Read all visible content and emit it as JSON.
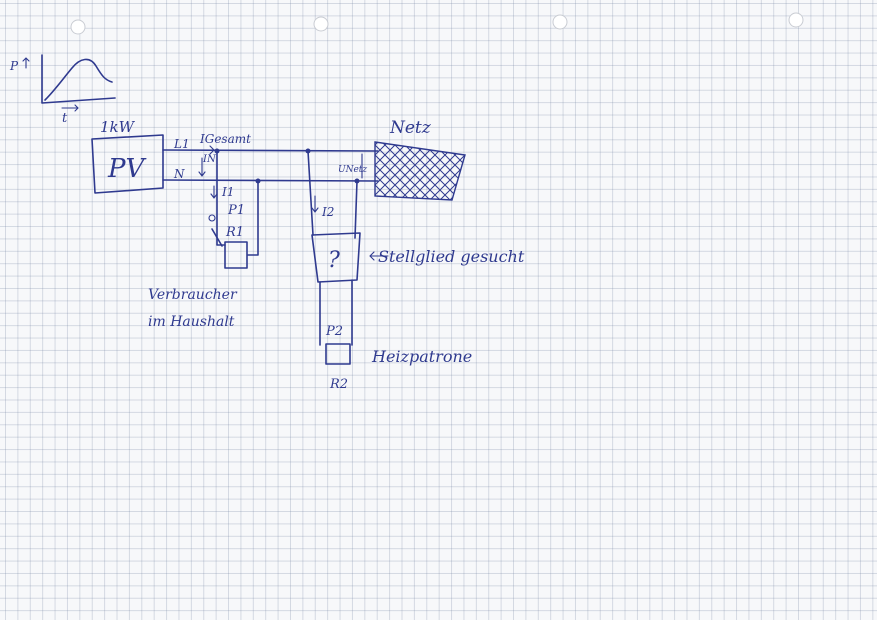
{
  "graph": {
    "y_label": "P",
    "x_label": "t"
  },
  "pv": {
    "label": "PV",
    "power": "1kW"
  },
  "wires": {
    "l1": "L1",
    "n": "N",
    "i_total": "IGesamt",
    "i_n": "IN"
  },
  "grid": {
    "label": "Netz",
    "u_label": "UNetz"
  },
  "load1": {
    "current": "I1",
    "power": "P1",
    "resistance": "R1",
    "caption_line1": "Verbraucher",
    "caption_line2": "im Haushalt"
  },
  "controller": {
    "current": "I2",
    "symbol": "?",
    "caption": "Stellglied gesucht",
    "power": "P2",
    "resistance": "R2",
    "heater_caption": "Heizpatrone"
  },
  "colors": {
    "ink": "#2f3a8f",
    "grid_line": "#8c9ab4",
    "paper": "#f7f8fa"
  }
}
